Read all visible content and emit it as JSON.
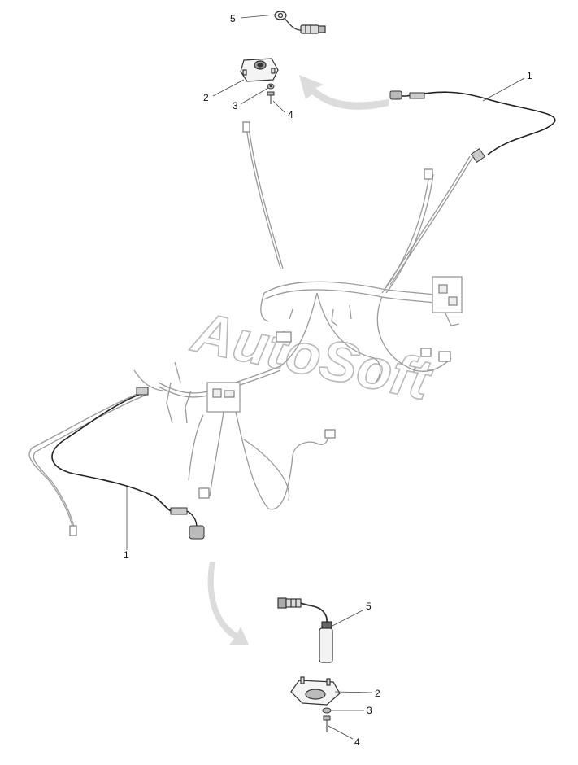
{
  "watermark": "AutoSoft",
  "callouts": {
    "top_5": "5",
    "top_1": "1",
    "top_2": "2",
    "top_3": "3",
    "top_4": "4",
    "mid_1": "1",
    "bot_5": "5",
    "bot_2": "2",
    "bot_3": "3",
    "bot_4": "4"
  }
}
